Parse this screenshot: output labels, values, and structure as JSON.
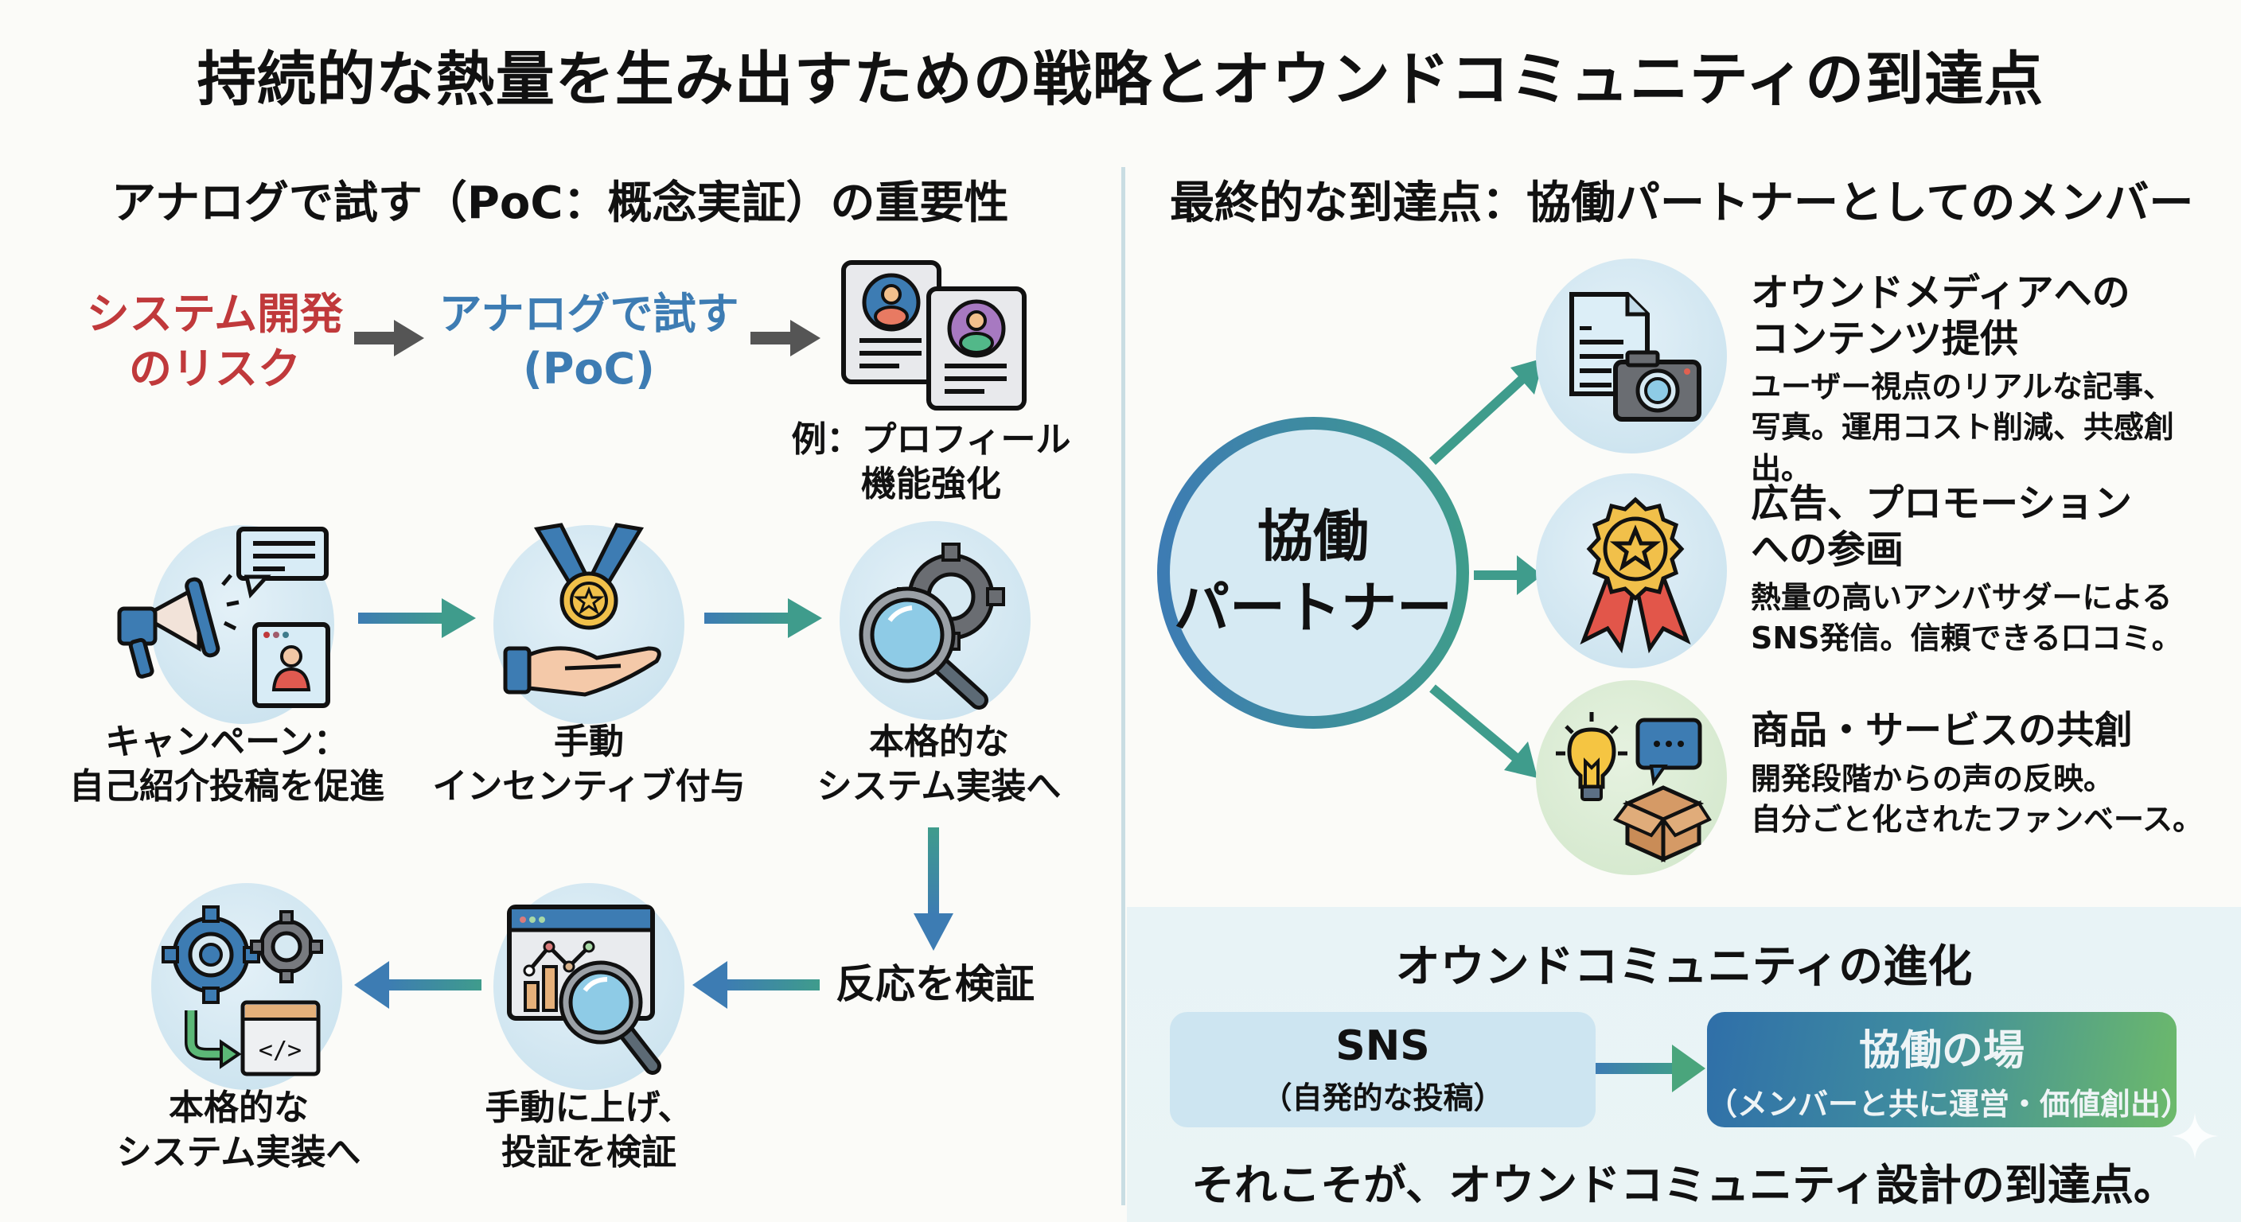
{
  "title": "持続的な熱量を生み出すための戦略とオウンドコミュニティの到達点",
  "left": {
    "heading": "アナログで試す（PoC：概念実証）の重要性",
    "risk_flow": {
      "risk_label": "システム開発\nのリスク",
      "poc_label": "アナログで試す\n(PoC)",
      "example_label": "例：プロフィール\n機能強化",
      "risk_color": "#c0393b",
      "poc_color": "#3d7cb3"
    },
    "cycle_steps": [
      {
        "icon": "megaphone-icon",
        "label": "キャンペーン：\n自己紹介投稿を促進"
      },
      {
        "icon": "medal-hand-icon",
        "label": "手動\nインセンティブ付与"
      },
      {
        "icon": "magnifier-gear-icon",
        "label": "本格的な\nシステム実装へ"
      },
      {
        "icon": "none",
        "label": "反応を検証"
      },
      {
        "icon": "analytics-browser-icon",
        "label": "手動に上げ、\n投証を検証"
      },
      {
        "icon": "gears-code-icon",
        "label": "本格的な\nシステム実装へ"
      }
    ]
  },
  "right": {
    "heading": "最終的な到達点：協働パートナーとしてのメンバー",
    "hub_label": "協働\nパートナー",
    "roles": [
      {
        "icon": "document-camera-icon",
        "title": "オウンドメディアへの\nコンテンツ提供",
        "body": "ユーザー視点のリアルな記事、\n写真。運用コスト削減、共感創出。"
      },
      {
        "icon": "award-badge-icon",
        "title": "広告、プロモーション\nへの参画",
        "body": "熱量の高いアンバサダーによる\nSNS発信。信頼できる口コミ。"
      },
      {
        "icon": "idea-box-icon",
        "title": "商品・サービスの共創",
        "body": "開発段階からの声の反映。\n自分ごと化されたファンベース。"
      }
    ],
    "evolution": {
      "heading": "オウンドコミュニティの進化",
      "from_title": "SNS",
      "from_sub": "（自発的な投稿）",
      "to_title": "協働の場",
      "to_sub": "（メンバーと共に運営・価値創出）",
      "conclusion": "それこそが、オウンドコミュニティ設計の到達点。"
    }
  },
  "colors": {
    "blue": "#3d7cb3",
    "teal": "#3f9c8c",
    "green": "#6dba6a",
    "circle_bg": "#d3e7f1",
    "green_circle_bg": "#dcecd6"
  }
}
